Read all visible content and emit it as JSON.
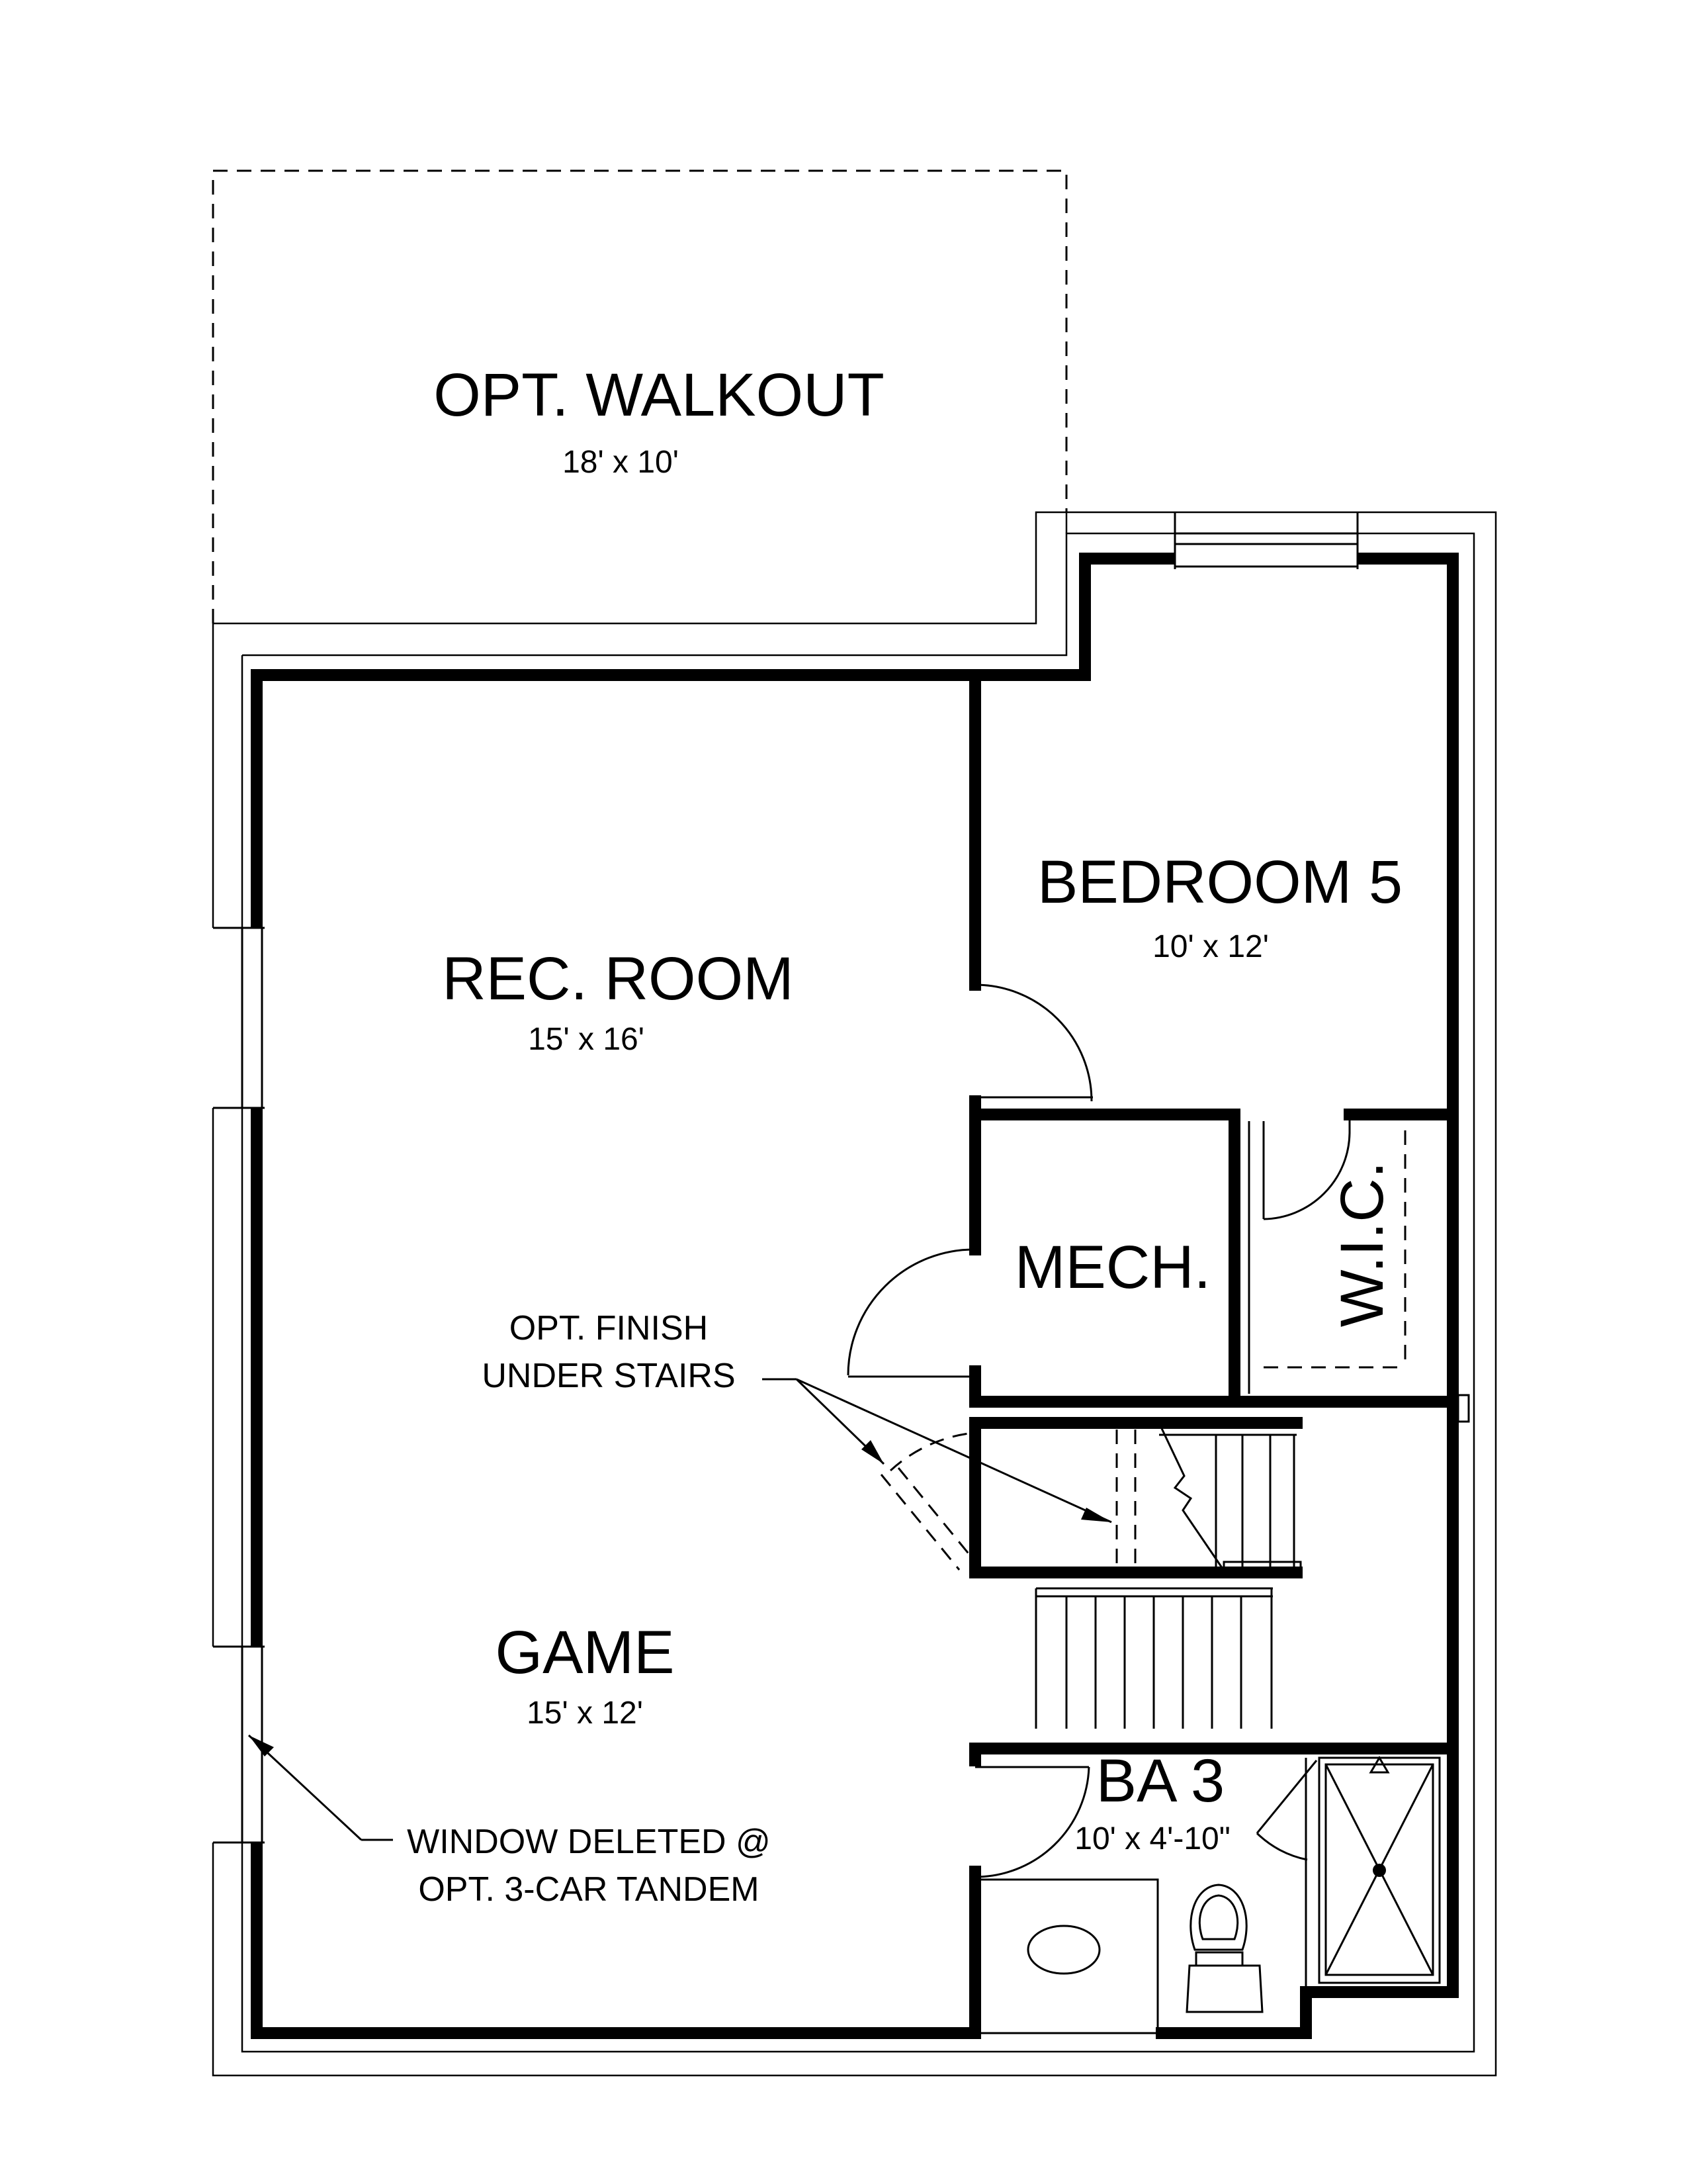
{
  "rooms": {
    "walkout": {
      "name": "OPT. WALKOUT",
      "size": "18' x 10'"
    },
    "bedroom5": {
      "name": "BEDROOM 5",
      "size": "10' x 12'"
    },
    "rec_room": {
      "name": "REC. ROOM",
      "size": "15' x 16'"
    },
    "mech": {
      "name": "MECH."
    },
    "wic": {
      "name": "W.I.C."
    },
    "game": {
      "name": "GAME",
      "size": "15' x 12'"
    },
    "bath3": {
      "name": "BA 3",
      "size": "10' x 4'-10\""
    }
  },
  "notes": {
    "finish_under_stairs": {
      "line1": "OPT. FINISH",
      "line2": "UNDER STAIRS"
    },
    "window_deleted": {
      "line1": "WINDOW DELETED @",
      "line2": "OPT. 3-CAR TANDEM"
    }
  }
}
